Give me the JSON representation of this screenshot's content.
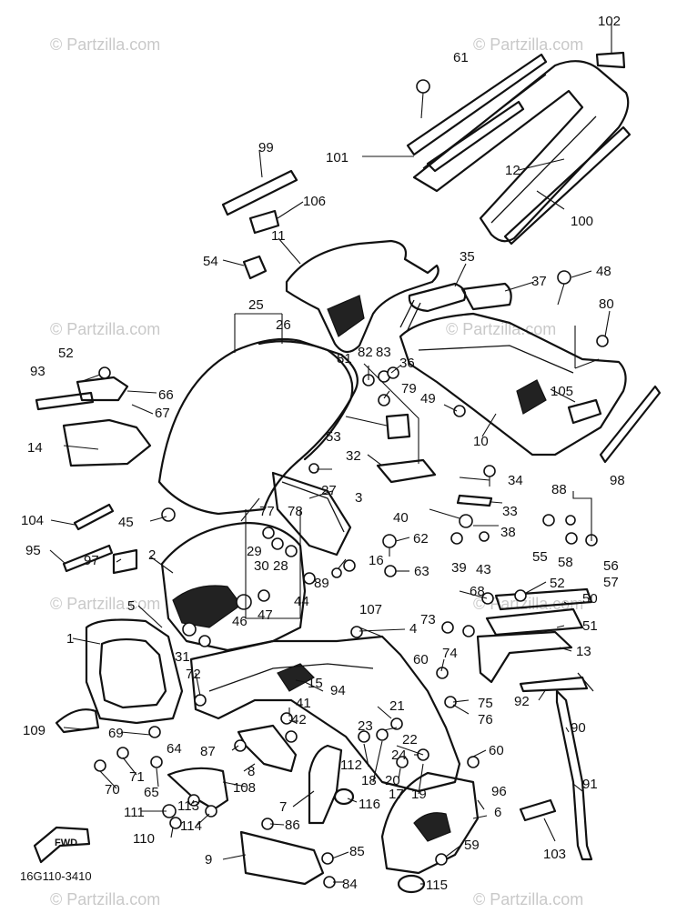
{
  "watermark": "© Partzilla.com",
  "diagram_code": "16G110-3410",
  "fwd_label": "FWD",
  "part_numbers": [
    "1",
    "2",
    "3",
    "4",
    "5",
    "6",
    "7",
    "8",
    "9",
    "10",
    "11",
    "12",
    "13",
    "14",
    "15",
    "16",
    "17",
    "18",
    "19",
    "20",
    "21",
    "22",
    "23",
    "24",
    "25",
    "26",
    "27",
    "28",
    "29",
    "30",
    "31",
    "32",
    "33",
    "34",
    "35",
    "36",
    "37",
    "38",
    "39",
    "40",
    "41",
    "42",
    "43",
    "44",
    "45",
    "46",
    "47",
    "48",
    "49",
    "50",
    "51",
    "52",
    "53",
    "54",
    "55",
    "56",
    "57",
    "58",
    "59",
    "60",
    "61",
    "62",
    "63",
    "64",
    "65",
    "66",
    "67",
    "68",
    "69",
    "70",
    "71",
    "72",
    "73",
    "74",
    "75",
    "76",
    "77",
    "78",
    "79",
    "80",
    "81",
    "82",
    "83",
    "84",
    "85",
    "86",
    "87",
    "88",
    "89",
    "90",
    "91",
    "92",
    "93",
    "94",
    "95",
    "96",
    "97",
    "98",
    "99",
    "100",
    "101",
    "102",
    "103",
    "104",
    "105",
    "106",
    "107",
    "108",
    "109",
    "110",
    "111",
    "112",
    "113",
    "114",
    "115",
    "116"
  ]
}
